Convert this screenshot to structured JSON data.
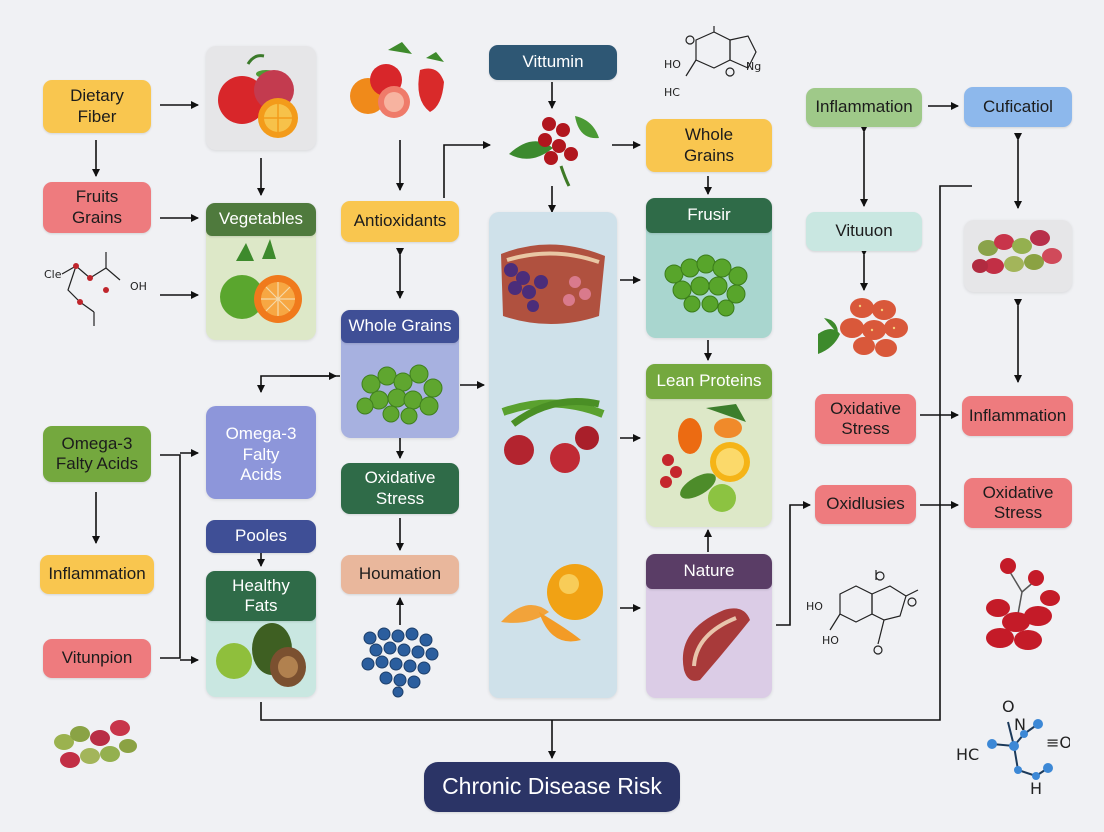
{
  "labels": {
    "dietary_fiber": "Dietary\nFiber",
    "fruits_grains": "Fruits\nGrains",
    "omega3_left": "Omega-3\nFalty Acids",
    "inflammation_left": "Inflammation",
    "vitunpion": "Vitunpion",
    "vegetables": "Vegetables",
    "omega3_panel": "Omega-3\nFalty\nAcids",
    "pooles": "Pooles",
    "healthy_fats": "Healthy\nFats",
    "antioxidants": "Antioxidants",
    "whole_grains_mid": "Whole Grains",
    "oxidative_stress_mid": "Oxidative\nStress",
    "houmation": "Houmation",
    "vittumin": "Vittumin",
    "whole_grains_right": "Whole\nGrains",
    "frusir": "Frusir",
    "lean_proteins": "Lean Proteins",
    "nature": "Nature",
    "inflammation_top": "Inflammation",
    "vituuon": "Vituuon",
    "oxidative_stress_right": "Oxidative\nStress",
    "oxidlusies": "Oxidlusies",
    "cuficatiol": "Cuficatiol",
    "inflammation_right": "Inflammation",
    "oxidative_stress_far": "Oxidative\nStress",
    "chronic_disease_risk": "Chronic Disease Risk"
  },
  "molecules": {
    "top_center": [
      "HO",
      "HC",
      "Ng"
    ],
    "left_acid": [
      "Clе",
      "OH"
    ],
    "bottom_right": [
      "HO",
      "HO"
    ],
    "corner": [
      "O",
      "N",
      "≡O",
      "HC",
      "H"
    ]
  },
  "colors": {
    "orange": "#f9c64f",
    "red": "#ee7b7e",
    "green_light": "#74a83e",
    "green_dark": "#2f6b48",
    "navy": "#2e5774",
    "indigo": "#3f4f96",
    "periwinkle": "#8d96da",
    "peach": "#e9b79c",
    "grey_panel": "#e6e6e8",
    "mint_panel": "#d7ecd6",
    "blue_panel": "#cfe1ea",
    "teal_panel": "#a9d6cf",
    "sage_panel": "#dde8c8",
    "lilac_panel": "#dbcce6",
    "light_green": "#9fc989",
    "sky": "#8db8ec",
    "mint_label": "#c9e7e1",
    "dark_pill": "#2b3466"
  }
}
